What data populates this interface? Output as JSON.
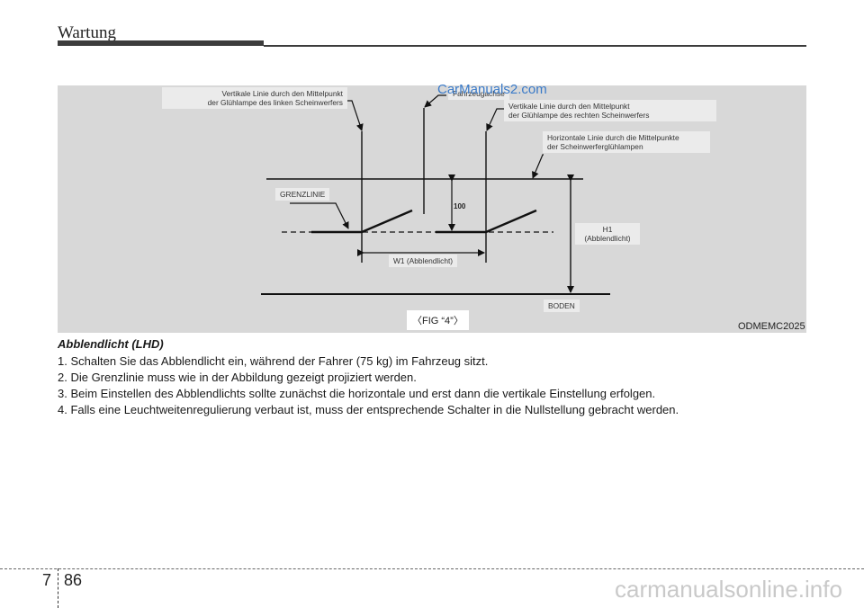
{
  "header": {
    "title": "Wartung"
  },
  "figure": {
    "label_left_line1": "Vertikale Linie durch den Mittelpunkt",
    "label_left_line2": "der Glühlampe des linken Scheinwerfers",
    "label_axis": "Fahrzeugachse",
    "label_right_line1": "Vertikale Linie durch den Mittelpunkt",
    "label_right_line2": "der Glühlampe des rechten Scheinwerfers",
    "label_horizontal_line1": "Horizontale Linie durch die Mittelpunkte",
    "label_horizontal_line2": "der Scheinwerferglühlampen",
    "label_grenzlinie": "GRENZLINIE",
    "label_100": "100",
    "label_h1_line1": "H1",
    "label_h1_line2": "(Abblendlicht)",
    "label_w1": "W1 (Abblendlicht)",
    "label_boden": "BODEN",
    "tag": "〈FIG “4”〉",
    "code": "ODMEMC2025",
    "watermark": "CarManuals2.com"
  },
  "content": {
    "title": "Abblendlicht (LHD)",
    "steps": [
      "1. Schalten Sie das Abblendlicht ein, während der Fahrer (75 kg) im Fahrzeug sitzt.",
      "2. Die Grenzlinie muss wie in der Abbildung gezeigt projiziert werden.",
      "3. Beim Einstellen des Abblendlichts sollte zunächst die horizontale und erst dann die vertikale Einstellung erfolgen.",
      "4. Falls eine Leuchtweitenregulierung verbaut ist, muss der entsprechende Schalter in die Nullstellung gebracht werden."
    ]
  },
  "footer": {
    "chapter": "7",
    "page": "86",
    "site": "carmanualsonline.info"
  }
}
